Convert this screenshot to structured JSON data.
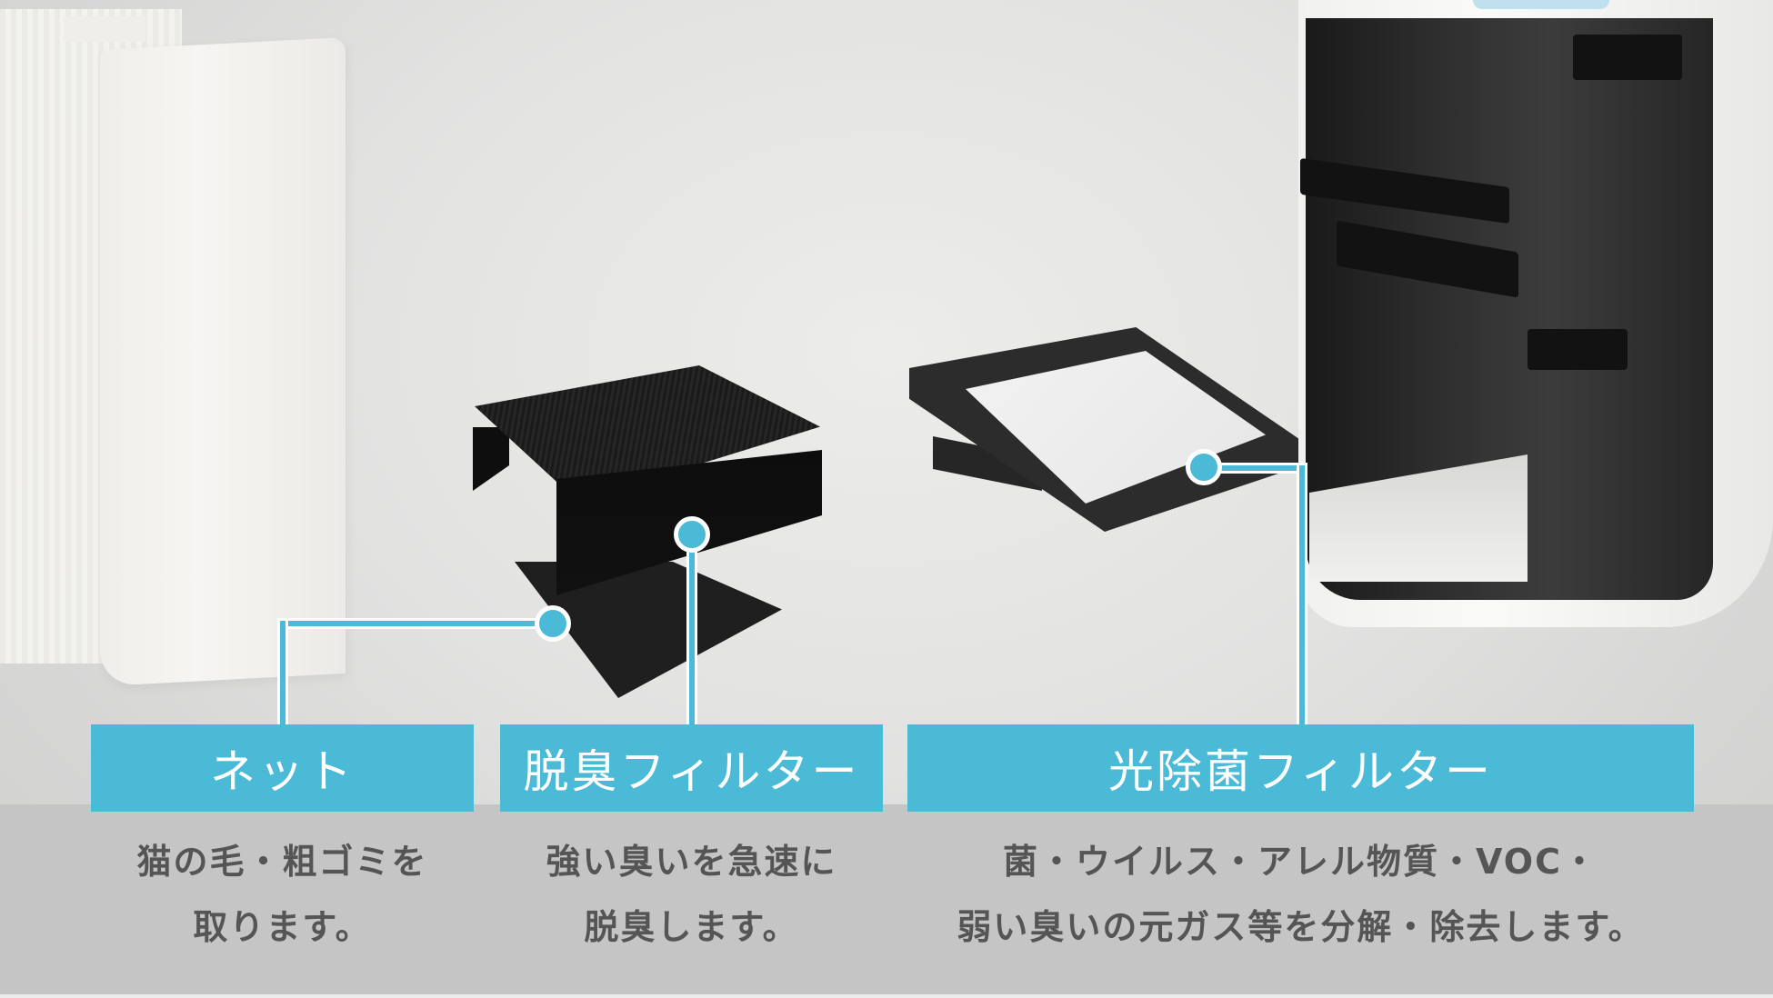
{
  "colors": {
    "accent": "#4bbad7",
    "label_text": "#ffffff",
    "description_text": "#555555",
    "bottom_band": "#c5c5c5"
  },
  "components": [
    {
      "id": "net",
      "label": "ネット",
      "description_lines": [
        "猫の毛・粗ゴミを",
        "取ります。"
      ]
    },
    {
      "id": "deodorizing-filter",
      "label": "脱臭フィルター",
      "description_lines": [
        "強い臭いを急速に",
        "脱臭します。"
      ]
    },
    {
      "id": "photocatalytic-filter",
      "label": "光除菌フィルター",
      "description_lines": [
        "菌・ウイルス・アレル物質・VOC・",
        "弱い臭いの元ガス等を分解・除去します。"
      ]
    }
  ],
  "icons": {
    "callout_marker": "callout-dot-icon"
  }
}
